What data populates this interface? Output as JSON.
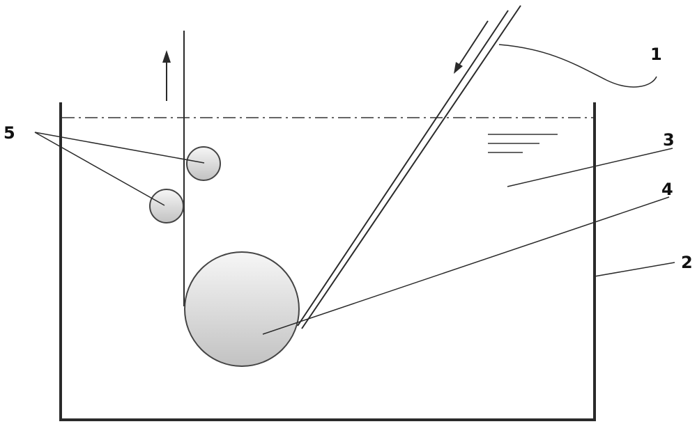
{
  "labels": {
    "feed_strip": "1",
    "tank": "2",
    "liquid": "3",
    "roller": "4",
    "bubbles": "5"
  },
  "colors": {
    "line": "#2a2a2a",
    "ball_fill_top": "#f4f4f4",
    "ball_fill_bottom": "#c4c4c4",
    "ball_stroke": "#444444"
  }
}
